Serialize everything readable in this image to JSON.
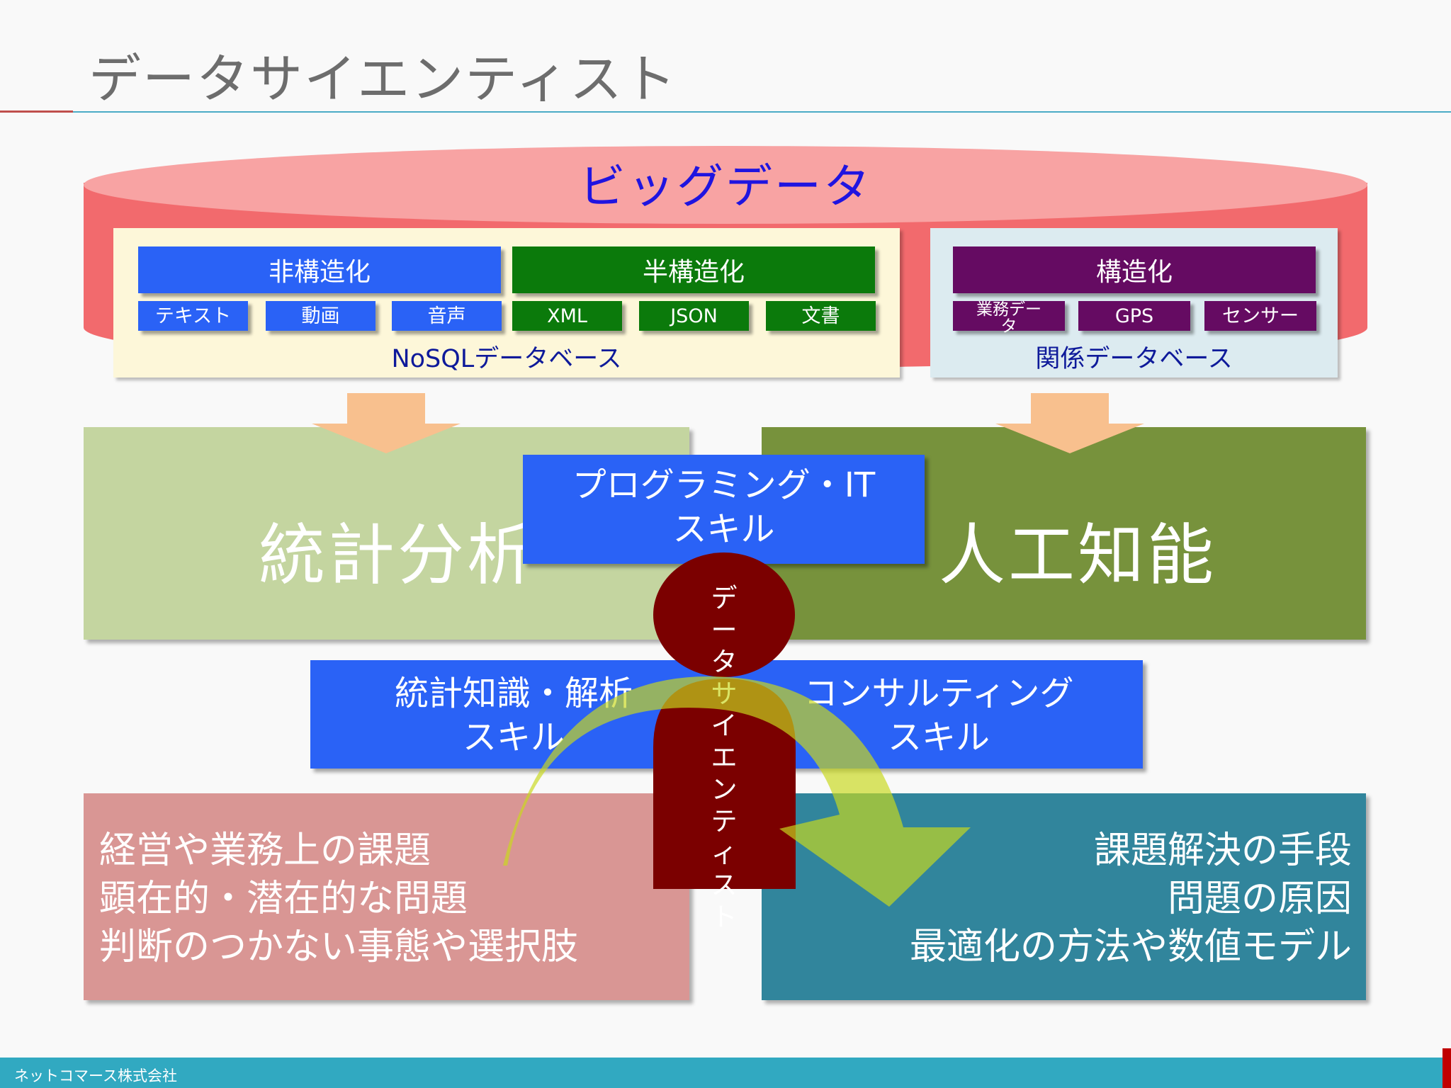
{
  "slide": {
    "title": "データサイエンティスト",
    "footer": "ネットコマース株式会社"
  },
  "big_data": {
    "title": "ビッグデータ",
    "left_panel": {
      "label": "NoSQLデータベース",
      "groups": [
        {
          "name": "非構造化",
          "color": "#2a62f6",
          "items": [
            "テキスト",
            "動画",
            "音声"
          ]
        },
        {
          "name": "半構造化",
          "color": "#0b7a0b",
          "items": [
            "XML",
            "JSON",
            "文書"
          ]
        }
      ]
    },
    "right_panel": {
      "label": "関係データベース",
      "groups": [
        {
          "name": "構造化",
          "color": "#650b62",
          "items": [
            "業務デー\nタ",
            "GPS",
            "センサー"
          ]
        }
      ]
    }
  },
  "fields": {
    "statistics": "統計分析",
    "ai": "人工知能"
  },
  "skills": {
    "programming": "プログラミング・IT\nスキル",
    "statistics": "統計知識・解析\nスキル",
    "consulting": "コンサルティング\nスキル"
  },
  "data_scientist": "データサイエンティスト",
  "problems": [
    "経営や業務上の課題",
    "顕在的・潜在的な問題",
    "判断のつかない事態や選択肢"
  ],
  "solutions": [
    "課題解決の手段",
    "問題の原因",
    "最適化の方法や数値モデル"
  ],
  "colors": {
    "statistics_field": "#c4d5a0",
    "ai_field": "#77923c",
    "problems_box": "#d99694",
    "solutions_box": "#31859c",
    "person": "#7b0000",
    "arrow": "#c8d81e"
  }
}
